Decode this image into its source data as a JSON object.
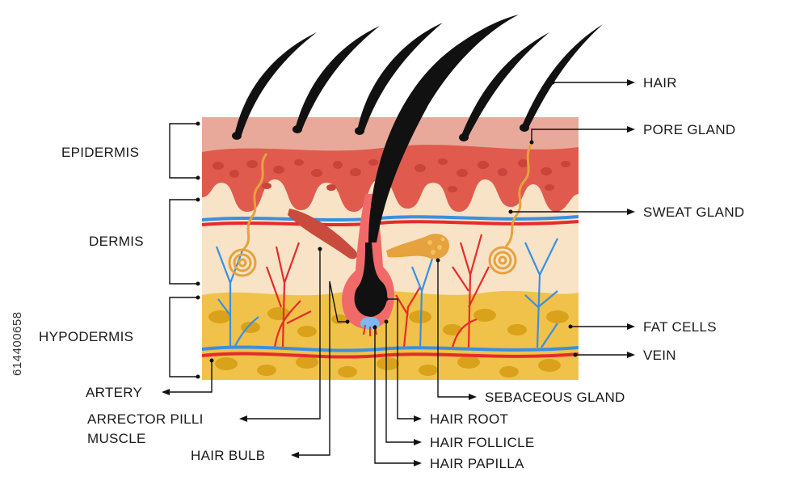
{
  "labels": {
    "hair": "HAIR",
    "pore_gland": "PORE GLAND",
    "sweat_gland": "SWEAT GLAND",
    "fat_cells": "FAT CELLS",
    "vein": "VEIN",
    "sebaceous_gland": "SEBACEOUS GLAND",
    "hair_root": "HAIR ROOT",
    "hair_follicle": "HAIR FOLLICLE",
    "hair_papilla": "HAIR PAPILLA",
    "hair_bulb": "HAIR BULB",
    "arrector_line1": "ARRECTOR PILLI",
    "arrector_line2": "MUSCLE",
    "artery": "ARTERY",
    "epidermis": "EPIDERMIS",
    "dermis": "DERMIS",
    "hypodermis": "HYPODERMIS"
  },
  "side_id": "614400658",
  "colors": {
    "epidermis_top": "#e8a99a",
    "epidermis": "#e05a4e",
    "dermis": "#f8e3c7",
    "hypodermis": "#f0c24a",
    "fat_cell": "#d9a21a",
    "artery": "#e62b2b",
    "vein": "#3b8fe0",
    "gland": "#e6a23c",
    "hair": "#111111",
    "follicle": "#f06a6a",
    "muscle": "#c94b3d"
  }
}
